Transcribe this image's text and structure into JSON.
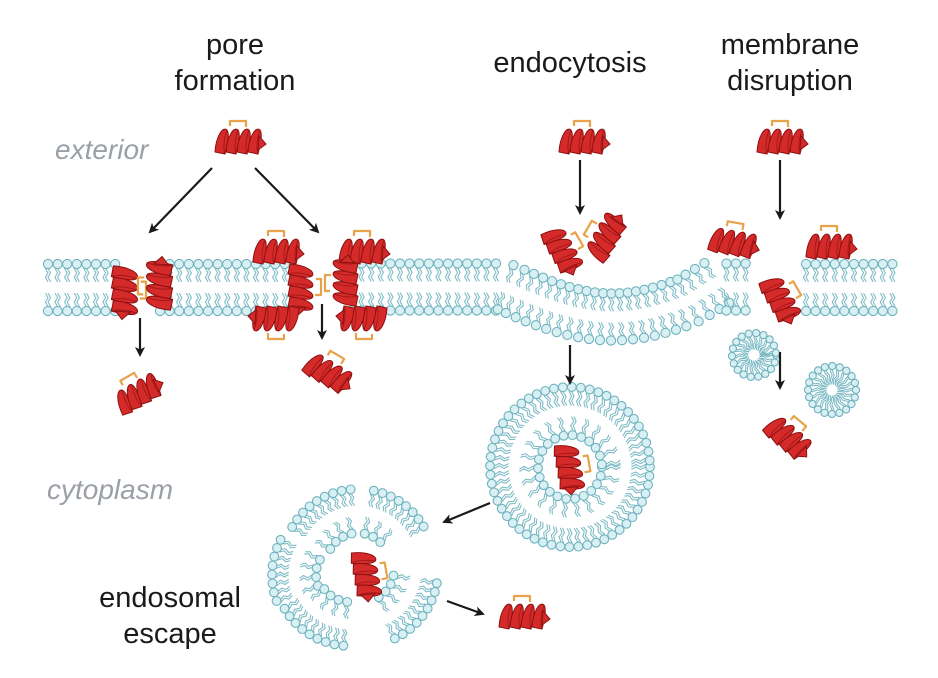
{
  "labels": {
    "pore_formation": [
      "pore",
      "formation"
    ],
    "endocytosis": "endocytosis",
    "membrane_disruption": [
      "membrane",
      "disruption"
    ],
    "endosomal_escape": [
      "endosomal",
      "escape"
    ],
    "exterior": "exterior",
    "cytoplasm": "cytoplasm"
  },
  "colors": {
    "lipid_head": "#d8f0f4",
    "lipid_stroke": "#6fb2bd",
    "lipid_tail": "#7fbcc6",
    "helix": "#d42a2a",
    "helix_dark": "#8e1010",
    "helix_tag": "#e8a24a",
    "arrow": "#1a1a1a",
    "text": "#1a1a1a",
    "region_text": "#9aa0a6"
  },
  "icons": [
    "lipid-bilayer",
    "peptide-helix",
    "vesicle",
    "micelle",
    "arrow"
  ]
}
